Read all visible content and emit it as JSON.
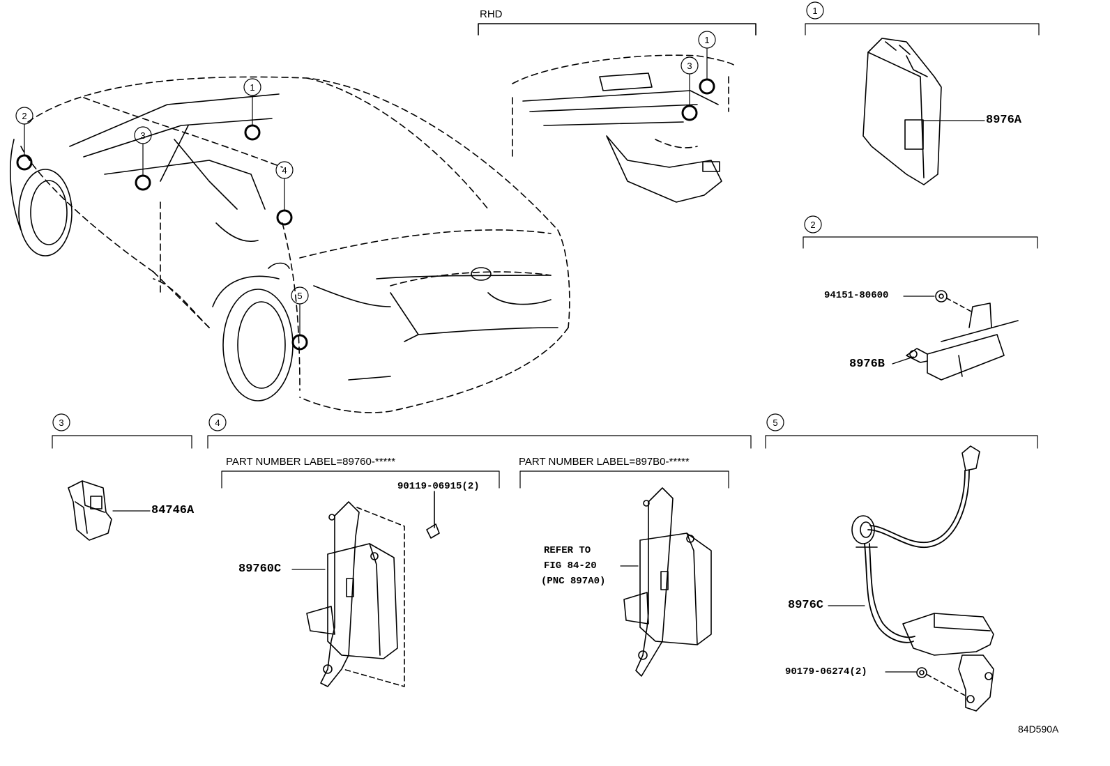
{
  "sections": {
    "rhd": "RHD",
    "s1": "1",
    "s2": "2",
    "s3": "3",
    "s4": "4",
    "s5": "5"
  },
  "car_markers": [
    "1",
    "2",
    "3",
    "4",
    "5"
  ],
  "rhd_markers": [
    "1",
    "3"
  ],
  "parts": {
    "p8976A": "8976A",
    "p94151": "94151-80600",
    "p8976B": "8976B",
    "p84746A": "84746A",
    "label_left": "PART NUMBER LABEL=89760-*****",
    "label_right": "PART NUMBER LABEL=897B0-*****",
    "p90119": "90119-06915(2)",
    "p89760C": "89760C",
    "refer1": "REFER TO",
    "refer2": "FIG 84-20",
    "refer3": "(PNC 897A0)",
    "p8976C": "8976C",
    "p90179": "90179-06274(2)"
  },
  "figure_code": "84D590A"
}
